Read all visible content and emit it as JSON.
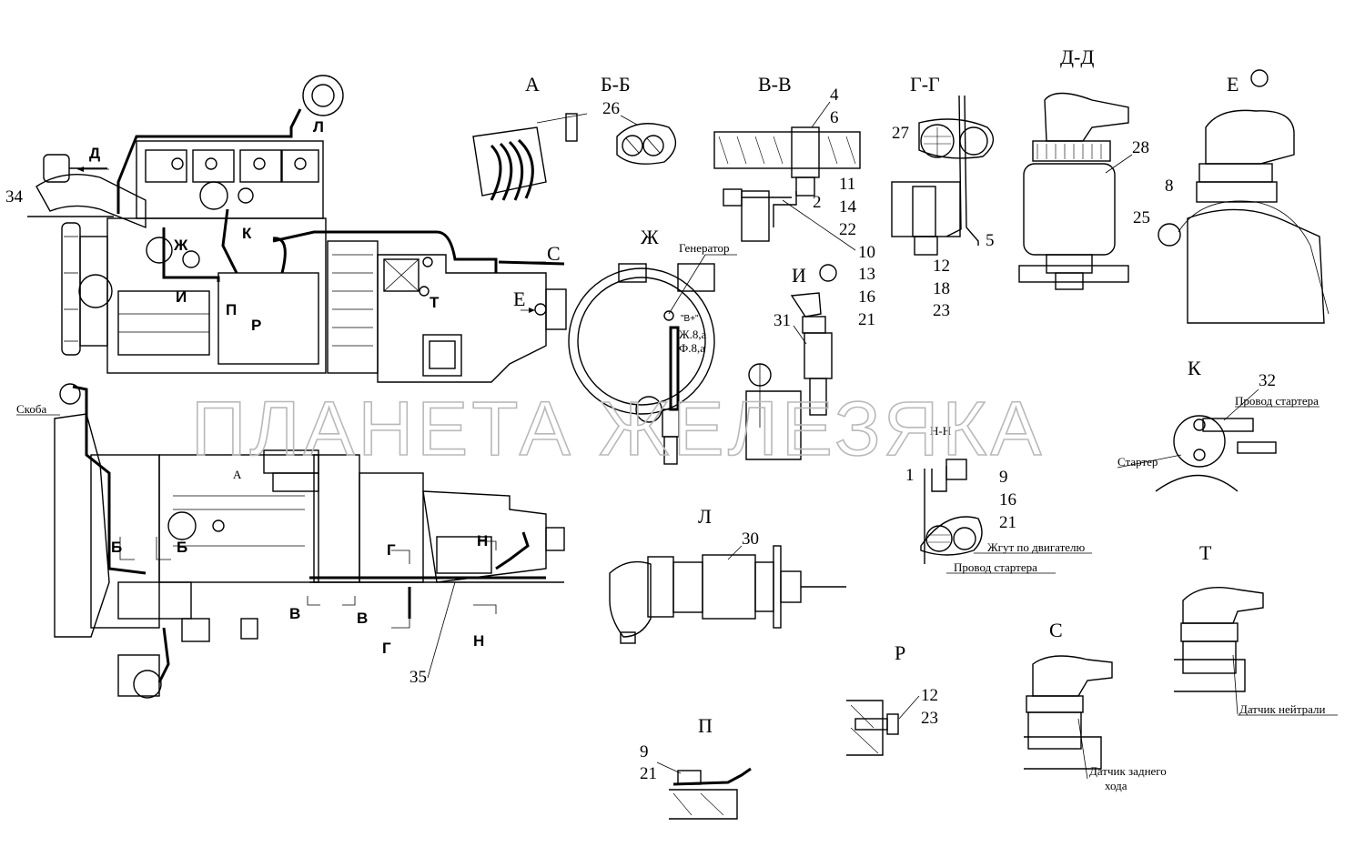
{
  "watermark": "ПЛАНЕТА ЖЕЛЕЗЯКА",
  "view_titles": {
    "A": "А",
    "BB": "Б-Б",
    "VV": "В-В",
    "GG": "Г-Г",
    "DD": "Д-Д",
    "E": "Е",
    "ZH": "Ж",
    "I": "И",
    "K": "К",
    "NN": "Н-Н",
    "L": "Л",
    "S": "С",
    "T": "Т",
    "R": "Р",
    "P": "П"
  },
  "engine_top_markers": {
    "D": "Д",
    "L": "Л",
    "ZH": "Ж",
    "K": "К",
    "I": "И",
    "P": "П",
    "R": "Р",
    "T": "Т",
    "S": "С",
    "E": "Е",
    "pos34": "34"
  },
  "engine_bottom_markers": {
    "skoba": "Скоба",
    "A": "А",
    "B1": "Б",
    "B2": "Б",
    "G1": "Г",
    "G2": "Г",
    "N1": "Н",
    "N2": "Н",
    "V1": "В",
    "V2": "В",
    "pos35": "35"
  },
  "part_numbers": {
    "bb_26": "26",
    "vv": [
      "4",
      "6",
      "11",
      "2",
      "14",
      "22",
      "10",
      "13",
      "16",
      "21"
    ],
    "gg": [
      "27",
      "5",
      "12",
      "18",
      "23"
    ],
    "dd_28": "28",
    "e": [
      "8",
      "25"
    ],
    "i_31": "31",
    "k_32": "32",
    "nn": [
      "1",
      "9",
      "16",
      "21"
    ],
    "l_30": "30",
    "r": [
      "12",
      "23"
    ],
    "p": [
      "9",
      "21"
    ]
  },
  "callouts": {
    "generator": "Генератор",
    "b_plus": "\"B+\"",
    "wire1": "Ж.8,а",
    "wire2": "Ф.8,а",
    "starter_wire_k": "Провод стартера",
    "starter": "Стартер",
    "engine_harness": "Жгут по двигателю",
    "starter_wire_nn": "Провод стартера",
    "neutral_sensor": "Датчик нейтрали",
    "reverse_sensor_1": "Датчик заднего",
    "reverse_sensor_2": "хода"
  }
}
